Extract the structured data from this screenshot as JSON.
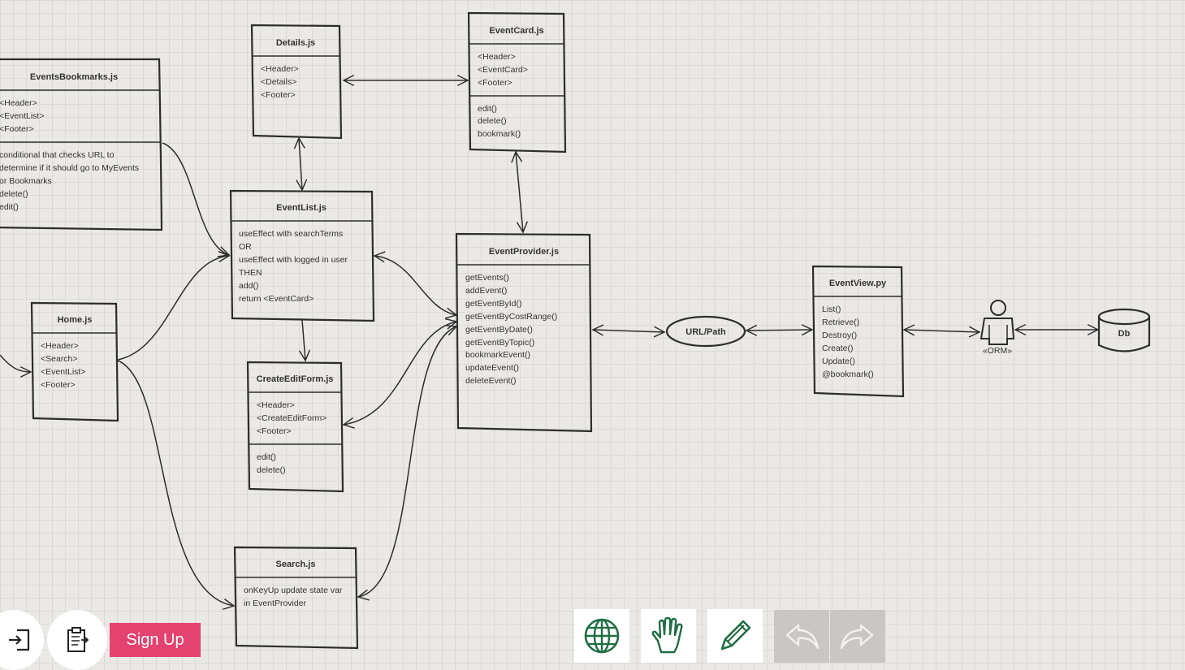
{
  "boxes": {
    "events_bookmarks": {
      "title": "EventsBookmarks.js",
      "sec1": [
        "<Header>",
        "<EventList>",
        "<Footer>"
      ],
      "sec2": [
        "conditional that checks URL to",
        "determine if it should go to MyEvents",
        "or Bookmarks",
        "delete()",
        "edit()"
      ]
    },
    "details": {
      "title": "Details.js",
      "sec1": [
        "<Header>",
        "<Details>",
        "<Footer>"
      ]
    },
    "event_card": {
      "title": "EventCard.js",
      "sec1": [
        "<Header>",
        "<EventCard>",
        "<Footer>"
      ],
      "sec2": [
        "edit()",
        "delete()",
        "bookmark()"
      ]
    },
    "event_list": {
      "title": "EventList.js",
      "sec1": [
        "useEffect with searchTerms",
        "OR",
        "useEffect with logged in user",
        "THEN",
        "add()",
        "return <EventCard>"
      ]
    },
    "home": {
      "title": "Home.js",
      "sec1": [
        "<Header>",
        "<Search>",
        "<EventList>",
        "<Footer>"
      ]
    },
    "create_edit_form": {
      "title": "CreateEditForm.js",
      "sec1": [
        "<Header>",
        "<CreateEditForm>",
        "<Footer>"
      ],
      "sec2": [
        "edit()",
        "delete()"
      ]
    },
    "search": {
      "title": "Search.js",
      "sec1": [
        "onKeyUp update state var",
        "in EventProvider"
      ]
    },
    "event_provider": {
      "title": "EventProvider.js",
      "sec1": [
        "getEvents()",
        "addEvent()",
        "getEventById()",
        "getEventByCostRange()",
        "getEventByDate()",
        "getEventByTopic()",
        "bookmarkEvent()",
        "updateEvent()",
        "deleteEvent()"
      ]
    },
    "event_view": {
      "title": "EventView.py",
      "sec1": [
        "List()",
        "Retrieve()",
        "Destroy()",
        "Create()",
        "Update()",
        "@bookmark()"
      ]
    }
  },
  "url_path": {
    "label": "URL/Path"
  },
  "orm": {
    "label": "«ORM»"
  },
  "db": {
    "label": "Db"
  },
  "toolbar": {
    "signup_label": "Sign Up",
    "icons": [
      "login-icon",
      "clipboard-icon",
      "globe-icon",
      "hand-icon",
      "pencil-icon",
      "undo-icon",
      "redo-icon"
    ]
  },
  "colors": {
    "background": "#ebe9e6",
    "signup": "#e4436f",
    "tool_icon": "#1f6e43",
    "disabled": "#c9c7c4"
  }
}
